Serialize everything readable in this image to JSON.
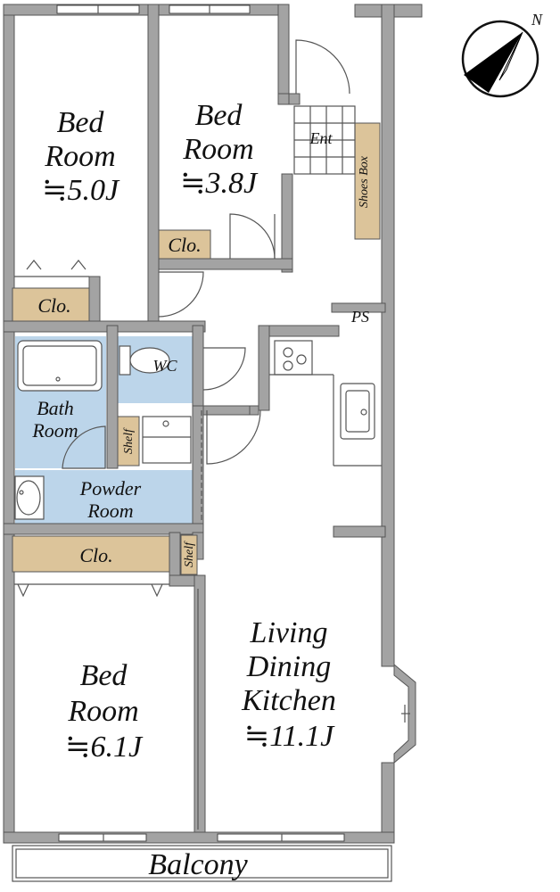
{
  "compass": {
    "north_label": "N"
  },
  "rooms": {
    "bed1": {
      "line1": "Bed",
      "line2": "Room",
      "size": "≒5.0J"
    },
    "bed2": {
      "line1": "Bed",
      "line2": "Room",
      "size": "≒3.8J"
    },
    "bed3": {
      "line1": "Bed",
      "line2": "Room",
      "size": "≒6.1J"
    },
    "ldk": {
      "line1": "Living",
      "line2": "Dining",
      "line3": "Kitchen",
      "size": "≒11.1J"
    },
    "bath": {
      "line1": "Bath",
      "line2": "Room"
    },
    "powder": {
      "line1": "Powder",
      "line2": "Room"
    },
    "wc": {
      "label": "WC"
    },
    "entrance": {
      "label": "Ent"
    },
    "shoes_box": {
      "label": "Shoes Box"
    },
    "ps": {
      "label": "PS"
    },
    "closet_bed2": {
      "label": "Clo."
    },
    "closet_bed1": {
      "label": "Clo."
    },
    "closet_bed3": {
      "label": "Clo."
    },
    "shelf1": {
      "label": "Shelf"
    },
    "shelf2": {
      "label": "Shelf"
    },
    "balcony": {
      "label": "Balcony"
    }
  },
  "colors": {
    "wall": "#a3a3a3",
    "wet_area": "#bcd5ea",
    "storage": "#dcc49a"
  }
}
